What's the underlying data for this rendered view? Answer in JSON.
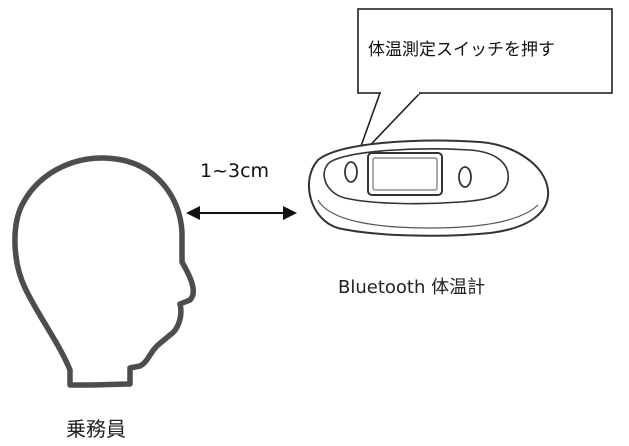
{
  "callout": {
    "text": "体温測定スイッチを押す"
  },
  "distance": {
    "label": "1~3cm"
  },
  "device": {
    "label": "Bluetooth 体温計"
  },
  "person": {
    "label": "乗務員"
  }
}
